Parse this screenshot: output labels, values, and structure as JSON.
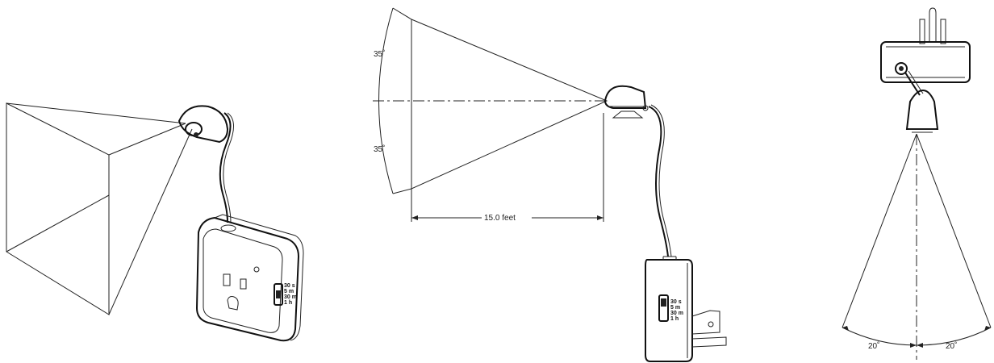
{
  "side_view": {
    "angle_upper": "35˚",
    "angle_lower": "35˚",
    "distance": "15.0  feet"
  },
  "front_view": {
    "angle_left": "20˚",
    "angle_right": "20˚"
  },
  "timer_labels": {
    "line1": "30 s",
    "line2": "5 m",
    "line3": "30 m",
    "line4": "1 h"
  }
}
